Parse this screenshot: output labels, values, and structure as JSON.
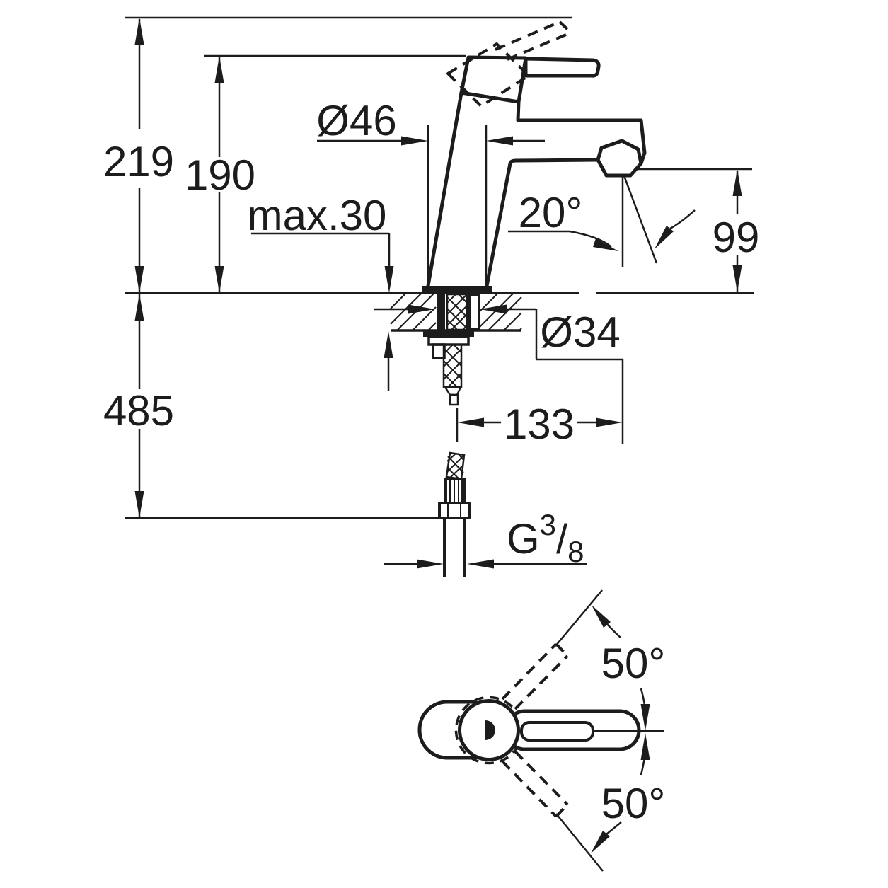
{
  "drawing": {
    "background": "#ffffff",
    "line_color": "#1c1c1c",
    "front_view": {
      "total_height": "219",
      "height_to_handle": "190",
      "base_diameter": "Ø46",
      "max_mounting_thickness": "max.30",
      "spout_angle": "20°",
      "outlet_height": "99",
      "hole_diameter": "Ø34",
      "hose_length": "485",
      "spout_reach": "133",
      "thread": {
        "letter": "G",
        "numerator": "3",
        "slash": "/",
        "denominator": "8"
      }
    },
    "top_view": {
      "handle_swing_up": "50°",
      "handle_swing_down": "50°"
    }
  }
}
